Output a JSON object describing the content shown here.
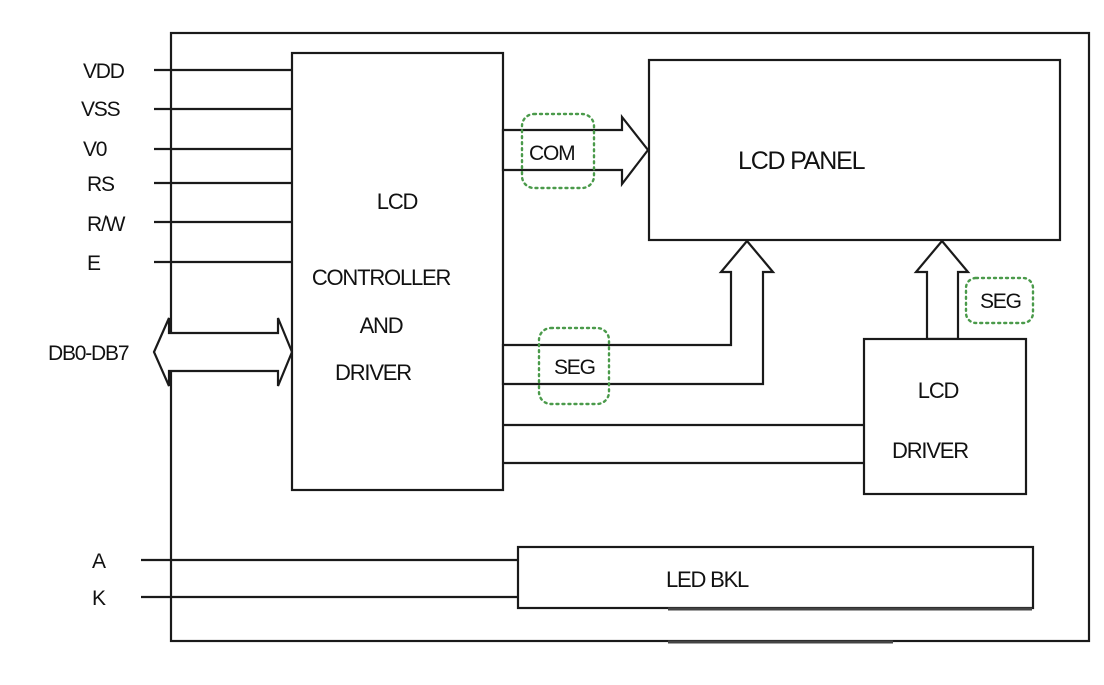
{
  "diagram": {
    "pins": {
      "vdd": "VDD",
      "vss": "VSS",
      "v0": "V0",
      "rs": "RS",
      "rw": "R/W",
      "e": "E",
      "data_bus": "DB0-DB7",
      "a": "A",
      "k": "K"
    },
    "blocks": {
      "controller": [
        "LCD",
        "CONTROLLER",
        "AND",
        "DRIVER"
      ],
      "panel": "LCD PANEL",
      "driver": [
        "LCD",
        "DRIVER"
      ],
      "backlight": "LED BKL"
    },
    "buses": {
      "com": "COM",
      "seg_controller": "SEG",
      "seg_driver": "SEG"
    },
    "colors": {
      "line": "#1a1a1a",
      "highlight": "#4a9a4a"
    }
  }
}
